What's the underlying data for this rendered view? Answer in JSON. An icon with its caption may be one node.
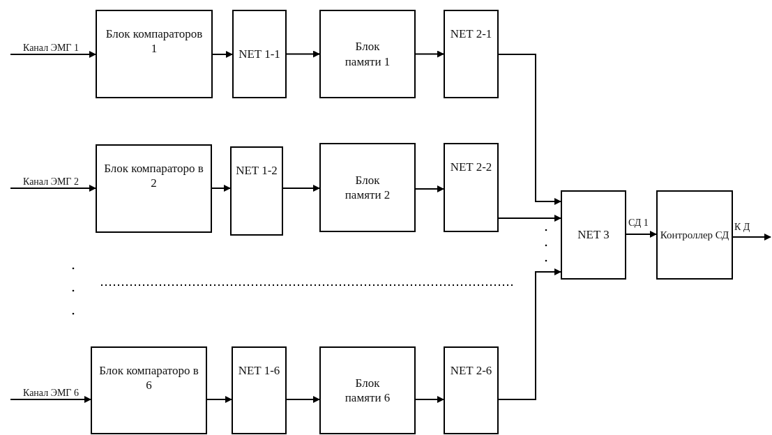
{
  "diagram": {
    "nodes": [
      {
        "text": [
          "Блок компараторов 1"
        ]
      },
      {
        "text": [
          "NET 1-1"
        ]
      },
      {
        "text": [
          "Блок памяти 1"
        ]
      },
      {
        "text": [
          "NET 2-1"
        ]
      },
      {
        "text": [
          "Блок компараторо в 2"
        ]
      },
      {
        "text": [
          "NET 1-2"
        ]
      },
      {
        "text": [
          "Блок памяти 2"
        ]
      },
      {
        "text": [
          "NET 2-2"
        ]
      },
      {
        "text": [
          "Блок компараторо в 6"
        ]
      },
      {
        "text": [
          "NET 1-6"
        ]
      },
      {
        "text": [
          "Блок памяти 6"
        ]
      },
      {
        "text": [
          "NET 2-6"
        ]
      },
      {
        "text": [
          "NET 3"
        ]
      },
      {
        "text": [
          "Контроллер СД"
        ]
      }
    ],
    "edges": [
      {
        "from": null,
        "to": 0,
        "arrow": "to",
        "label": "Канал ЭМГ 1"
      },
      {
        "from": 0,
        "to": 1,
        "arrow": "to"
      },
      {
        "from": 1,
        "to": 2,
        "arrow": "to"
      },
      {
        "from": 2,
        "to": 3,
        "arrow": "to"
      },
      {
        "from": 3,
        "to": 12,
        "arrow": "to"
      },
      {
        "from": null,
        "to": 4,
        "arrow": "to",
        "label": "Канал ЭМГ 2"
      },
      {
        "from": 4,
        "to": 5,
        "arrow": "to"
      },
      {
        "from": 5,
        "to": 6,
        "arrow": "to"
      },
      {
        "from": 6,
        "to": 7,
        "arrow": "to"
      },
      {
        "from": 7,
        "to": 12,
        "arrow": "to"
      },
      {
        "from": null,
        "to": 8,
        "arrow": "to",
        "label": "Канал ЭМГ 6"
      },
      {
        "from": 8,
        "to": 9,
        "arrow": "to"
      },
      {
        "from": 9,
        "to": 10,
        "arrow": "to"
      },
      {
        "from": 10,
        "to": 11,
        "arrow": "to"
      },
      {
        "from": 11,
        "to": 12,
        "arrow": "to"
      },
      {
        "from": 12,
        "to": 13,
        "arrow": "to",
        "label": "СД 1"
      },
      {
        "from": 13,
        "to": null,
        "arrow": "to",
        "label": "К Д"
      }
    ]
  }
}
